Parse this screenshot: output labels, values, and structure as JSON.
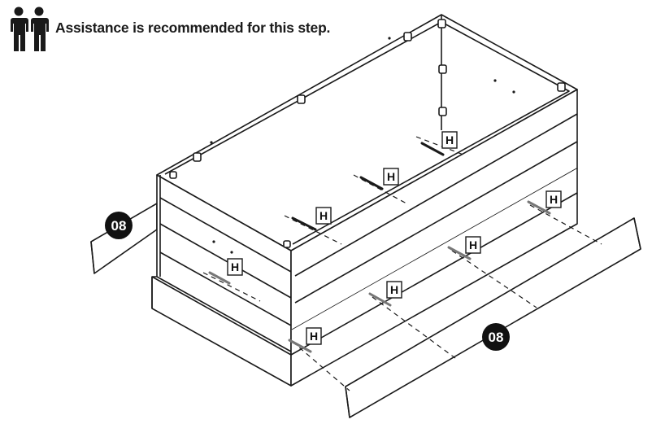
{
  "header": {
    "icon": "two-people-icon",
    "text": "Assistance is recommended for this step."
  },
  "parts": {
    "panel_label": "08",
    "screw_label": "H"
  },
  "colors": {
    "ink": "#1a1a1a",
    "badge": "#111111"
  }
}
